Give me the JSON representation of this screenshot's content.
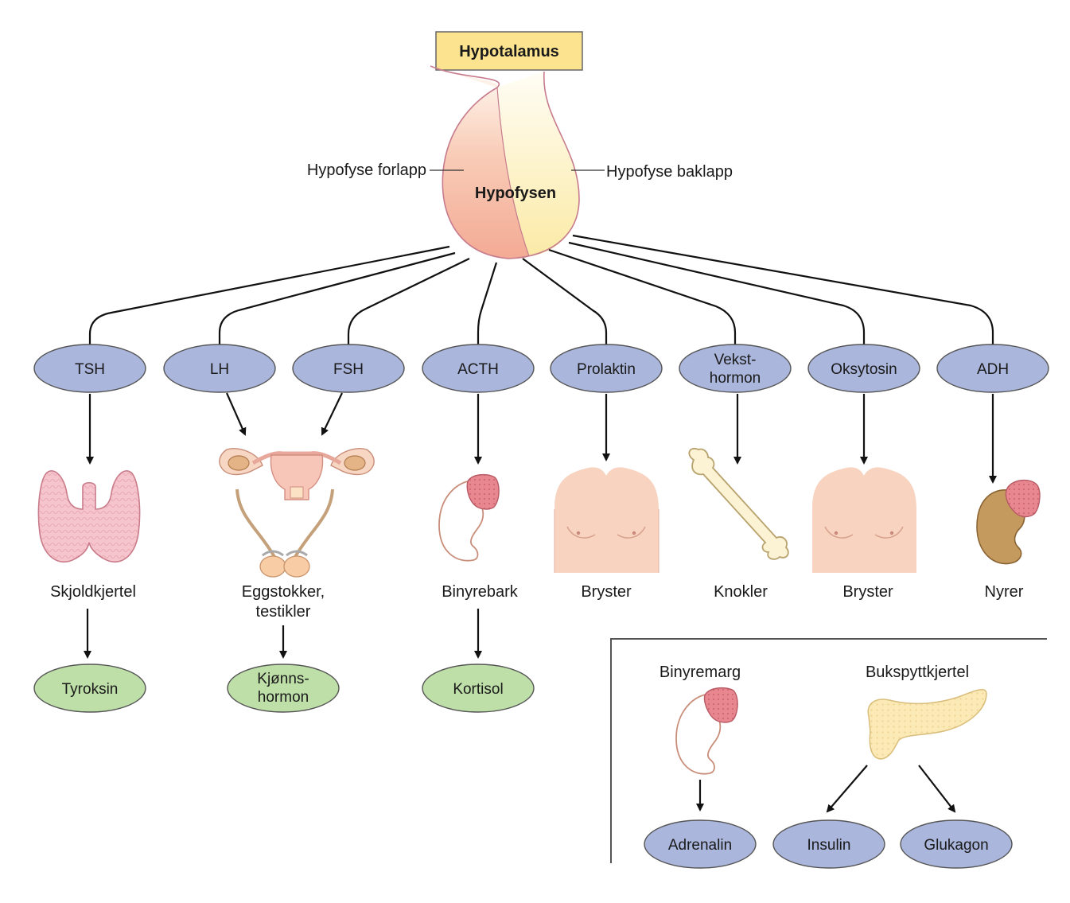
{
  "header": {
    "title": "Hypotalamus"
  },
  "gland": {
    "name": "Hypofysen",
    "anterior_label": "Hypofyse forlapp",
    "posterior_label": "Hypofyse baklapp"
  },
  "hormones": [
    {
      "line1": "TSH",
      "line2": ""
    },
    {
      "line1": "LH",
      "line2": ""
    },
    {
      "line1": "FSH",
      "line2": ""
    },
    {
      "line1": "ACTH",
      "line2": ""
    },
    {
      "line1": "Prolaktin",
      "line2": ""
    },
    {
      "line1": "Vekst-",
      "line2": "hormon"
    },
    {
      "line1": "Oksytosin",
      "line2": ""
    },
    {
      "line1": "ADH",
      "line2": ""
    }
  ],
  "targets": [
    {
      "line1": "Skjoldkjertel",
      "line2": ""
    },
    {
      "line1": "Eggstokker,",
      "line2": "testikler"
    },
    {
      "line1": "Binyrebark",
      "line2": ""
    },
    {
      "line1": "Bryster",
      "line2": ""
    },
    {
      "line1": "Knokler",
      "line2": ""
    },
    {
      "line1": "Bryster",
      "line2": ""
    },
    {
      "line1": "Nyrer",
      "line2": ""
    }
  ],
  "products": [
    {
      "line1": "Tyroksin",
      "line2": ""
    },
    {
      "line1": "Kjønns-",
      "line2": "hormon"
    },
    {
      "line1": "Kortisol",
      "line2": ""
    }
  ],
  "inset": {
    "adrenal_medulla_label": "Binyremarg",
    "pancreas_label": "Bukspyttkjertel",
    "hormones": [
      {
        "line1": "Adrenalin"
      },
      {
        "line1": "Insulin"
      },
      {
        "line1": "Glukagon"
      }
    ]
  },
  "colors": {
    "title_box": "#fbe38f",
    "hormone_oval": "#aab6dc",
    "product_oval": "#bedfa8",
    "anterior_lobe": "#f6b9a4",
    "posterior_lobe": "#fcefb0",
    "tissue": "#f7d7c3"
  }
}
